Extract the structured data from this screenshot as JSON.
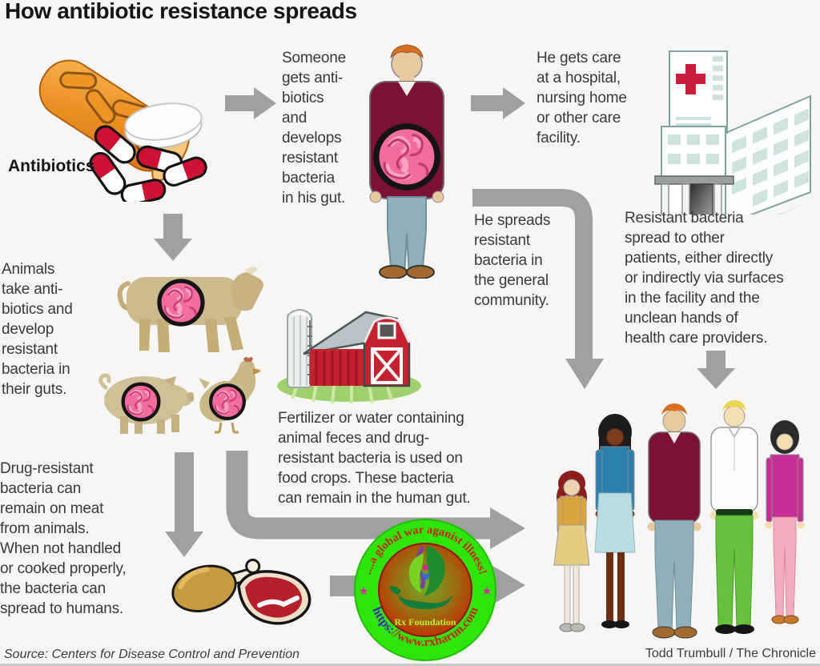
{
  "title": "How antibiotic resistance spreads",
  "antibiotics_label": "Antibiotics",
  "steps": {
    "someone": [
      "Someone",
      "gets anti-",
      "biotics",
      "and",
      "develops",
      "resistant",
      "bacteria",
      "in his gut."
    ],
    "care": [
      "He gets care",
      "at a hospital,",
      "nursing home",
      "or other care",
      "facility."
    ],
    "community": [
      "He spreads",
      "resistant",
      "bacteria in",
      "the general",
      "community."
    ],
    "patients": [
      "Resistant bacteria",
      "spread to other",
      "patients, either directly",
      "or indirectly via surfaces",
      "in the facility and the",
      "unclean hands of",
      "health care providers."
    ],
    "animals": [
      "Animals",
      "take anti-",
      "biotics and",
      "develop",
      "resistant",
      "bacteria in",
      "their guts."
    ],
    "crops": [
      "Fertilizer or water containing",
      "animal feces and drug-",
      "resistant bacteria is used on",
      "food crops. These bacteria",
      "can remain in the human gut."
    ],
    "meat": [
      "Drug-resistant",
      "bacteria can",
      "remain on meat",
      "from animals.",
      "When not handled",
      "or cooked properly,",
      "the bacteria can",
      "spread to humans."
    ]
  },
  "watermark": {
    "arc_top": "....a global war aganist illness!",
    "url_scheme": "https:",
    "url_host": "//www.rxharun.com",
    "org": "Rx Foundation",
    "star_left": "★",
    "star_right": "★"
  },
  "footer": {
    "source": "Source: Centers for Disease Control and Prevention",
    "credit": "Todd Trumbull / The Chronicle"
  },
  "colors": {
    "arrow_gray": "#9fa0a2",
    "body_text": "#3a3a3a",
    "capsule_red": "#ce1236",
    "sweater_maroon": "#7c1036",
    "barn_red": "#c6212e",
    "gut_pink": "#f26d9e",
    "hospital_cross_red": "#c91d3c",
    "logo_ring_green": "#2ee50c",
    "logo_inner_red": "#c42300"
  }
}
